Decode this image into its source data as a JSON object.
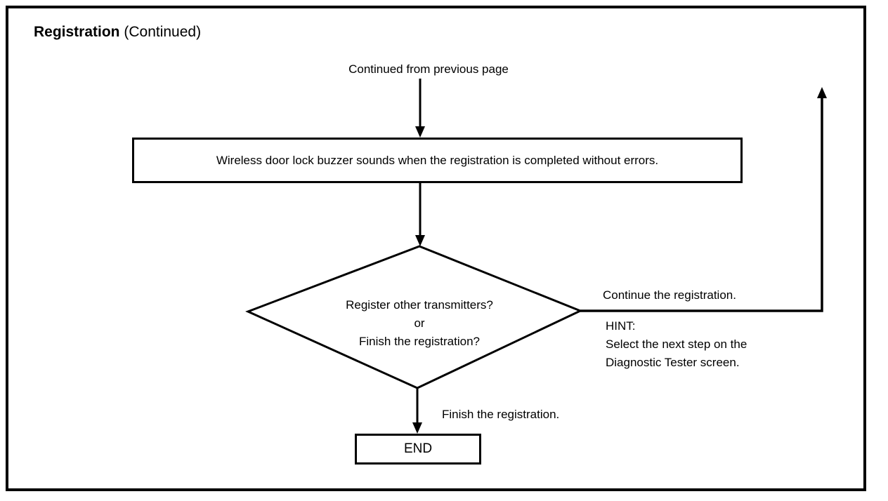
{
  "page": {
    "title_bold": "Registration",
    "title_regular": " (Continued)"
  },
  "flowchart": {
    "top_label": "Continued from previous page",
    "process_box_text": "Wireless door lock buzzer sounds when the registration is completed without errors.",
    "decision": {
      "line1": "Register other transmitters?",
      "line2": "or",
      "line3": "Finish the registration?"
    },
    "continue_branch": {
      "label": "Continue the registration.",
      "hint_title": "HINT:",
      "hint_line1": "Select the next step on the",
      "hint_line2": "Diagnostic Tester screen."
    },
    "finish_branch": {
      "label": "Finish the registration."
    },
    "end_box_text": "END"
  },
  "colors": {
    "line": "#000000",
    "background": "#ffffff"
  }
}
